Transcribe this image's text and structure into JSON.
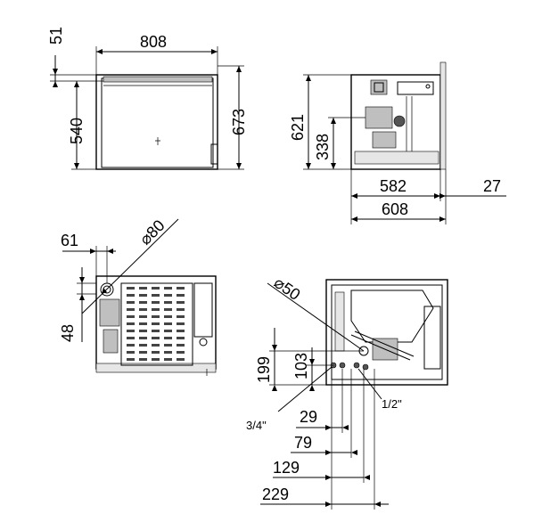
{
  "front_view": {
    "dim_width": "808",
    "dim_top_offset": "51",
    "dim_inner_height": "540",
    "dim_total_height": "673"
  },
  "side_view": {
    "dim_height": "621",
    "dim_inner_height": "338",
    "dim_depth_inner": "582",
    "dim_flange": "27",
    "dim_depth_total": "608"
  },
  "top_view": {
    "dim_offset": "61",
    "dim_flue_diameter": "⌀80",
    "dim_height": "48"
  },
  "rear_view": {
    "dim_flue_diameter": "⌀50",
    "dim_conn_height": "199",
    "dim_conn_height_2": "103",
    "dim_pipe_a": "3/4\"",
    "dim_pipe_b": "1/2\"",
    "dim_h1": "29",
    "dim_h2": "79",
    "dim_h3": "129",
    "dim_h4": "229"
  }
}
